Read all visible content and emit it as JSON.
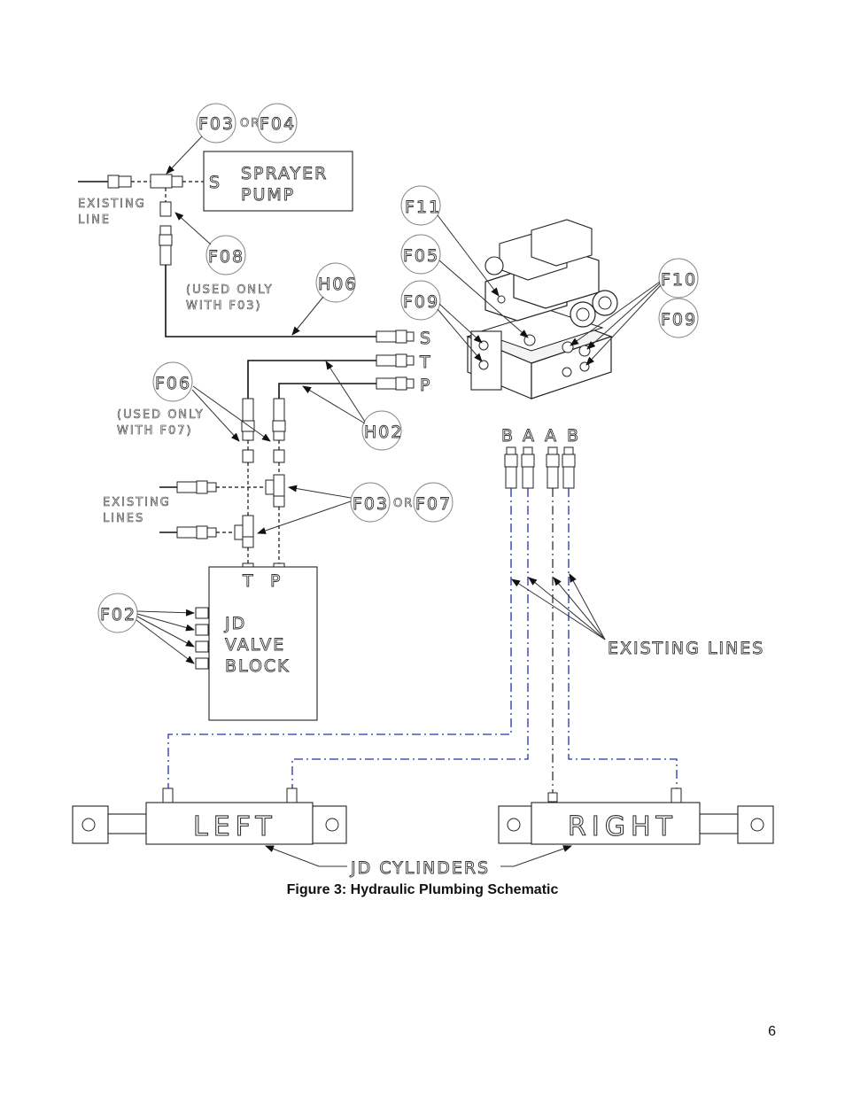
{
  "labels": {
    "f03": "F03",
    "or": "OR",
    "f04": "F04",
    "f07": "F07",
    "f11": "F11",
    "f05": "F05",
    "f09": "F09",
    "f10": "F10",
    "f08": "F08",
    "f06": "F06",
    "f02": "F02",
    "h06": "H06",
    "h02": "H02",
    "sprayer_pump_line1": "SPRAYER",
    "sprayer_pump_line2": "PUMP",
    "pump_port": "S",
    "existing_line_1": "EXISTING",
    "existing_line_2": "LINE",
    "existing_lines_1": "EXISTING",
    "existing_lines_2": "LINES",
    "used_only_f03_1": "(USED ONLY",
    "used_only_f03_2": "WITH F03)",
    "used_only_f07_1": "(USED ONLY",
    "used_only_f07_2": "WITH F07)",
    "port_s": "S",
    "port_t": "T",
    "port_p": "P",
    "valve_port_t": "T",
    "valve_port_p": "P",
    "jd_valve_1": "JD",
    "jd_valve_2": "VALVE",
    "jd_valve_3": "BLOCK",
    "col_b1": "B",
    "col_a1": "A",
    "col_a2": "A",
    "col_b2": "B",
    "existing_lines_right": "EXISTING LINES",
    "cyl_left": "LEFT",
    "cyl_right": "RIGHT",
    "jd_cylinders": "JD CYLINDERS"
  },
  "caption": "Figure 3: Hydraulic Plumbing Schematic",
  "page_number": "6",
  "colors": {
    "hose_blue": "#2233aa",
    "ink": "#111111"
  }
}
